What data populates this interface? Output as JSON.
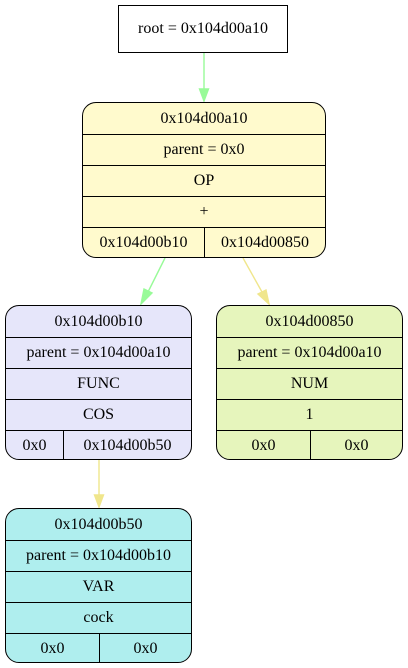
{
  "root_pointer": {
    "label": "root = 0x104d00a10",
    "edge_color": "#98fb98"
  },
  "nodes": {
    "op_node": {
      "fill": "#fffacd",
      "address": "0x104d00a10",
      "parent": "parent = 0x0",
      "type": "OP",
      "value": "+",
      "left": "0x104d00b10",
      "right": "0x104d00850",
      "left_edge_color": "#98fb98",
      "right_edge_color": "#f0e68c"
    },
    "func_node": {
      "fill": "#e6e6fa",
      "address": "0x104d00b10",
      "parent": "parent = 0x104d00a10",
      "type": "FUNC",
      "value": "COS",
      "left": "0x0",
      "right": "0x104d00b50",
      "right_edge_color": "#f0e68c"
    },
    "num_node": {
      "fill": "#e6f5bc",
      "address": "0x104d00850",
      "parent": "parent = 0x104d00a10",
      "type": "NUM",
      "value": "1",
      "left": "0x0",
      "right": "0x0"
    },
    "var_node": {
      "fill": "#afeeee",
      "address": "0x104d00b50",
      "parent": "parent = 0x104d00b10",
      "type": "VAR",
      "value": "cock",
      "left": "0x0",
      "right": "0x0"
    }
  }
}
